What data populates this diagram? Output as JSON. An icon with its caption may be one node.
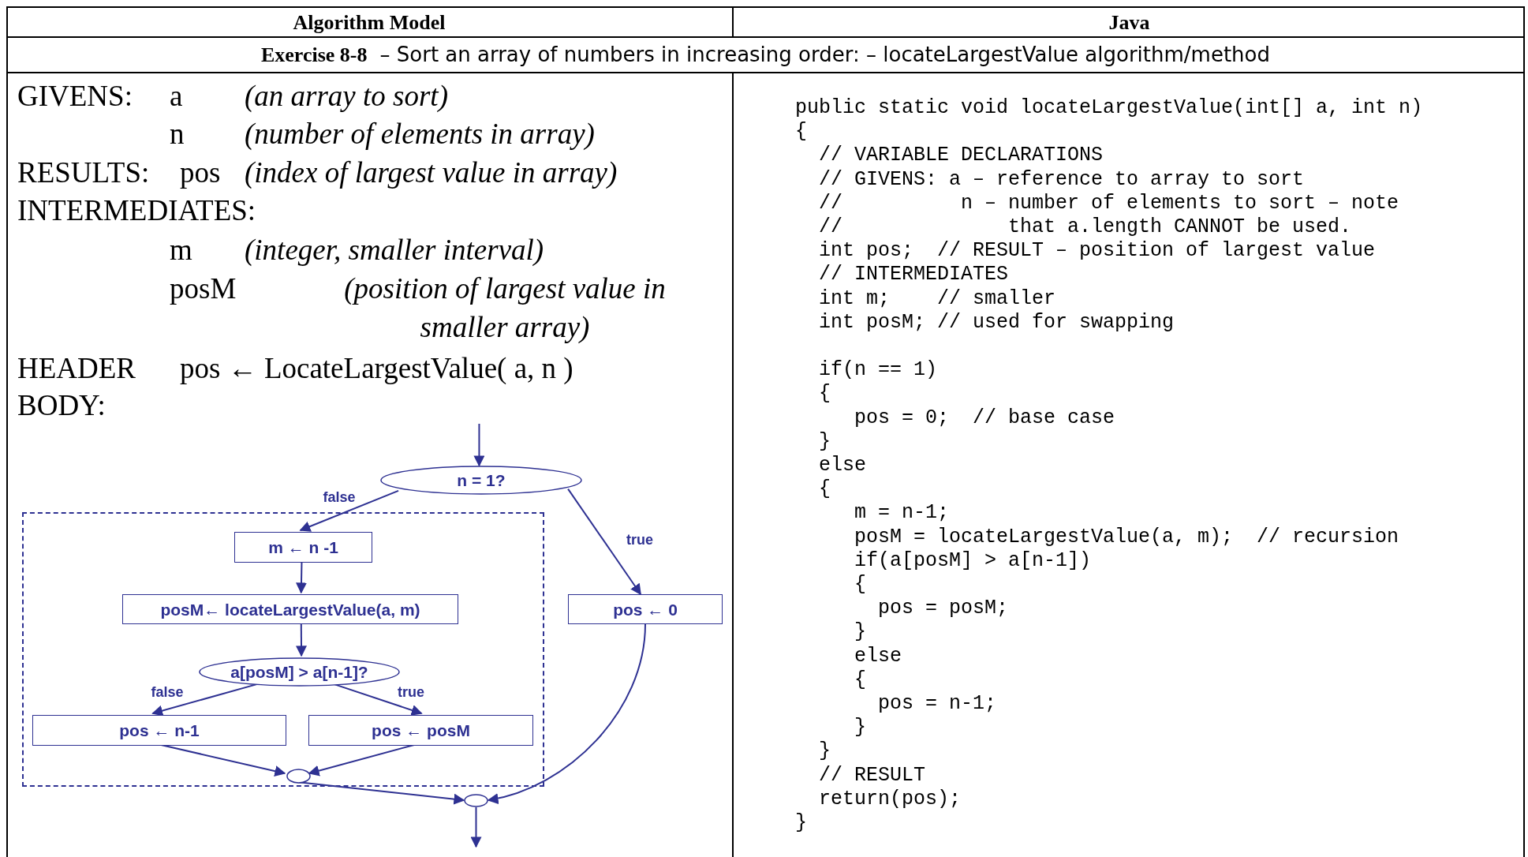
{
  "diagram": {
    "nodes": [
      {
        "text": [
          "n = 1?"
        ]
      },
      {
        "text": [],
        "shape": "box"
      },
      {
        "text": [
          "m ← n -1"
        ],
        "in": 1
      },
      {
        "text": [
          "posM← locateLargestValue(a, m)"
        ],
        "in": 1
      },
      {
        "text": [
          "a[posM] > a[n-1]?"
        ],
        "in": 1
      },
      {
        "text": [
          "pos ← n-1"
        ],
        "in": 1
      },
      {
        "text": [
          "pos ← posM"
        ],
        "in": 1
      },
      {
        "text": [],
        "shape": "circle",
        "in": 1
      },
      {
        "text": [
          "pos ← 0"
        ]
      },
      {
        "text": [],
        "shape": "circle"
      }
    ],
    "edges": [
      {
        "from": null,
        "to": 0,
        "arrow": "to"
      },
      {
        "from": 0,
        "to": 2,
        "arrow": "to",
        "label": "false"
      },
      {
        "from": 0,
        "to": 8,
        "arrow": "to",
        "label": "true"
      },
      {
        "from": 2,
        "to": 3,
        "arrow": "to"
      },
      {
        "from": 3,
        "to": 4,
        "arrow": "to"
      },
      {
        "from": 4,
        "to": 5,
        "arrow": "to",
        "label": "false"
      },
      {
        "from": 4,
        "to": 6,
        "arrow": "to",
        "label": "true"
      },
      {
        "from": 5,
        "to": 7,
        "arrow": "to"
      },
      {
        "from": 6,
        "to": 7,
        "arrow": "to"
      },
      {
        "from": 7,
        "to": 9,
        "arrow": "to"
      },
      {
        "from": 8,
        "to": 9,
        "arrow": "to"
      },
      {
        "from": 9,
        "to": null,
        "arrow": "to"
      }
    ],
    "labels": [
      "Algorithm Model",
      "Java",
      "Exercise 8-8",
      "– Sort an array of numbers in increasing order: – locateLargestValue algorithm/method",
      "GIVENS:",
      "a",
      "(an array to sort)",
      "n",
      "(number of elements in array)",
      "RESULTS:",
      "pos",
      "(index of largest value in array)",
      "INTERMEDIATES:",
      "m",
      "(integer, smaller interval)",
      "posM",
      "(position of largest value in smaller array)",
      "HEADER",
      "pos ← LocateLargestValue( a, n )",
      "BODY:",
      "public static void locateLargestValue(int[] a, int n)",
      "{",
      "// VARIABLE DECLARATIONS",
      "// GIVENS: a – reference to array to sort",
      "//          n – number of elements to sort – note",
      "//              that a.length CANNOT be used.",
      "int pos;  // RESULT – position of largest value",
      "// INTERMEDIATES",
      "int m;    // smaller",
      "int posM; // used for swapping",
      "if(n == 1)",
      "{",
      "pos = 0;  // base case",
      "}",
      "else",
      "{",
      "m = n-1;",
      "posM = locateLargestValue(a, m);  // recursion",
      "if(a[posM] > a[n-1])",
      "{",
      "pos = posM;",
      "}",
      "else",
      "{",
      "pos = n-1;",
      "}",
      "}",
      "// RESULT",
      "return(pos);",
      "}"
    ]
  }
}
